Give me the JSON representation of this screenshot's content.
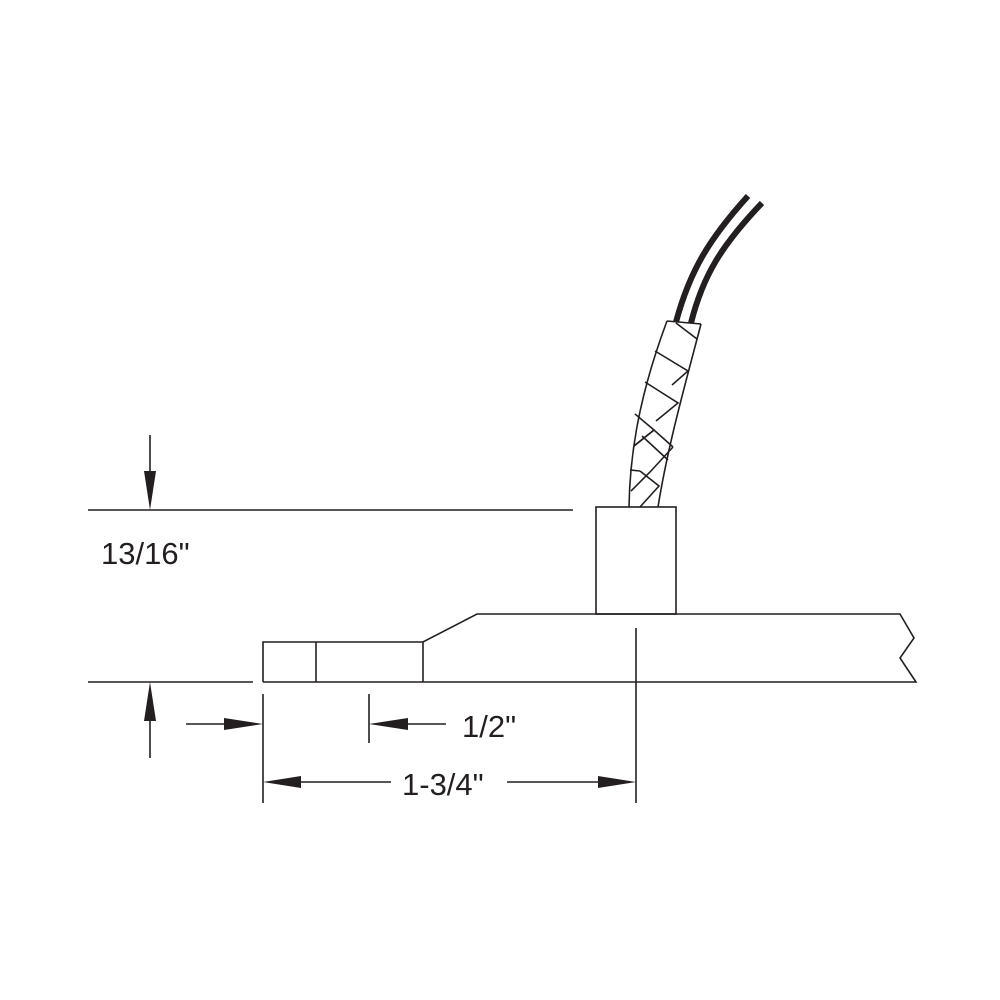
{
  "drawing": {
    "title": "Sensor probe with braided lead wire - dimensional drawing",
    "line_color": "#231f20",
    "background": "#ffffff"
  },
  "dimensions": {
    "height": {
      "label": "13/16\"",
      "value_in": 0.8125
    },
    "tip_length": {
      "label": "1/2\"",
      "value_in": 0.5
    },
    "overall_length": {
      "label": "1-3/4\"",
      "value_in": 1.75
    }
  },
  "components": {
    "lead_wires": {
      "count": 2,
      "description": "two black insulated lead wires"
    },
    "braided_sleeve": {
      "description": "braided sheath over lead wires"
    },
    "strain_relief_block": {
      "description": "rectangular block at base of sleeve"
    },
    "probe_body": {
      "description": "flat probe body with tapered tip, broken-line end"
    }
  }
}
